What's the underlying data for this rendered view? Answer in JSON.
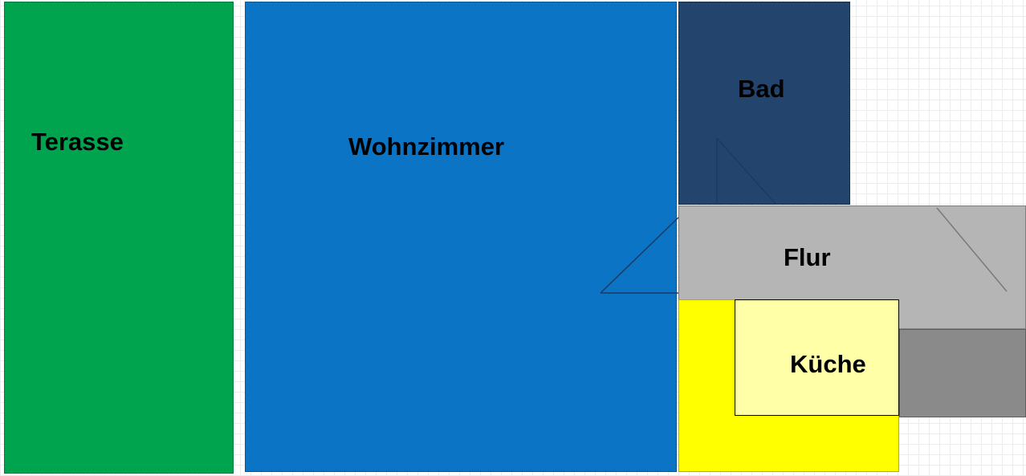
{
  "diagram": {
    "type": "floor-plan",
    "rooms": {
      "terasse": {
        "label": "Terasse",
        "color": "#00a44f",
        "text_color": "#000000"
      },
      "wohnzimmer": {
        "label": "Wohnzimmer",
        "color": "#0b74c4",
        "text_color": "#000000"
      },
      "bad": {
        "label": "Bad",
        "color": "#23446d",
        "text_color": "#000000"
      },
      "flur": {
        "label": "Flur",
        "color": "#b5b5b5",
        "text_color": "#000000"
      },
      "flur_dark": {
        "label": "",
        "color": "#8a8a8a"
      },
      "kueche_outer": {
        "label": "",
        "color": "#ffff00"
      },
      "kueche": {
        "label": "Küche",
        "color": "#ffffa8",
        "text_color": "#000000"
      }
    },
    "door_lines": {
      "color_dark": "#1b3a63",
      "color_gray": "#7a7a7a"
    },
    "grid_color": "#ececec",
    "background": "#ffffff"
  }
}
